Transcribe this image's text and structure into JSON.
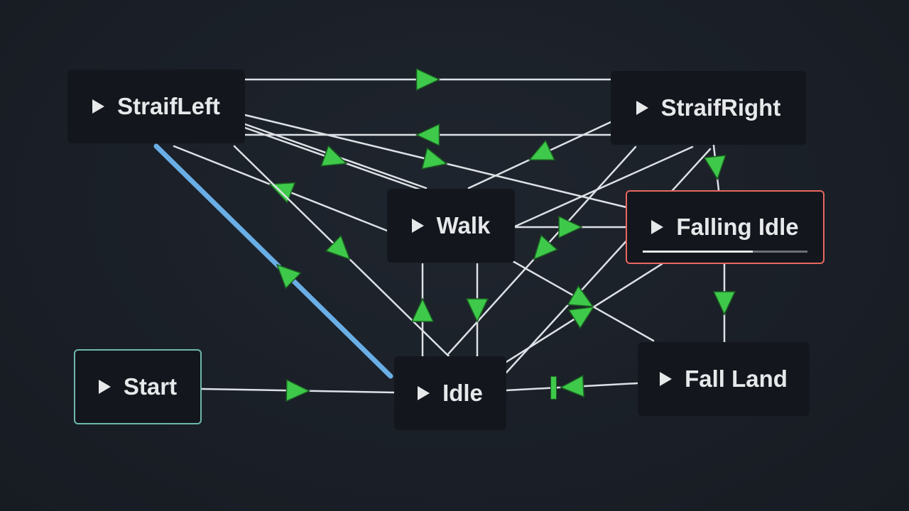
{
  "graph": {
    "nodes": [
      {
        "id": "straif_left",
        "label": "StraifLeft",
        "start": false,
        "active": false
      },
      {
        "id": "straif_right",
        "label": "StraifRight",
        "start": false,
        "active": false
      },
      {
        "id": "walk",
        "label": "Walk",
        "start": false,
        "active": false
      },
      {
        "id": "falling_idle",
        "label": "Falling Idle",
        "start": false,
        "active": true,
        "progress": 0.67
      },
      {
        "id": "start",
        "label": "Start",
        "start": true,
        "active": false
      },
      {
        "id": "idle",
        "label": "Idle",
        "start": false,
        "active": false
      },
      {
        "id": "fall_land",
        "label": "Fall Land",
        "start": false,
        "active": false
      }
    ],
    "transitions": [
      {
        "from": "straif_left",
        "to": "straif_right"
      },
      {
        "from": "straif_right",
        "to": "straif_left"
      },
      {
        "from": "straif_left",
        "to": "walk"
      },
      {
        "from": "walk",
        "to": "straif_left"
      },
      {
        "from": "straif_left",
        "to": "falling_idle"
      },
      {
        "from": "straif_left",
        "to": "idle"
      },
      {
        "from": "idle",
        "to": "straif_left",
        "highlighted": true
      },
      {
        "from": "straif_right",
        "to": "walk"
      },
      {
        "from": "straif_right",
        "to": "falling_idle"
      },
      {
        "from": "straif_right",
        "to": "idle"
      },
      {
        "from": "walk",
        "to": "falling_idle"
      },
      {
        "from": "walk",
        "to": "idle"
      },
      {
        "from": "idle",
        "to": "walk"
      },
      {
        "from": "idle",
        "to": "falling_idle"
      },
      {
        "from": "falling_idle",
        "to": "fall_land"
      },
      {
        "from": "walk",
        "to": "fall_land"
      },
      {
        "from": "start",
        "to": "idle"
      },
      {
        "from": "fall_land",
        "to": "idle",
        "barred": true
      }
    ]
  },
  "colors": {
    "background": "#1a1f27",
    "node_bg": "#13171d",
    "text": "#e6e8ea",
    "edge": "#dde1e6",
    "arrow": "#3ec94a",
    "highlight_edge": "#6aaee6",
    "start_border": "#6fb7ad",
    "active_border": "#e8675f"
  }
}
